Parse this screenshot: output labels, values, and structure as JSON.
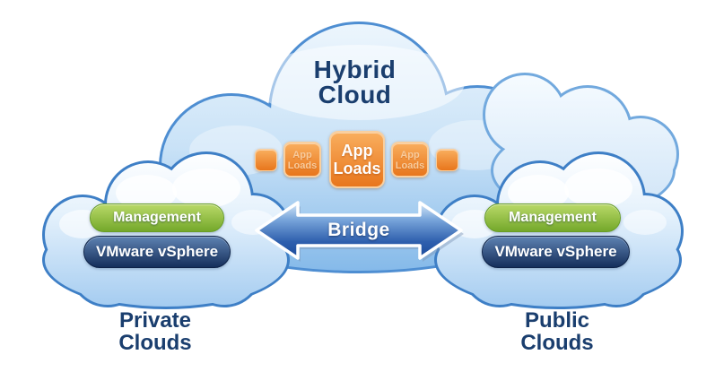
{
  "hybrid_cloud": {
    "title_line1": "Hybrid",
    "title_line2": "Cloud",
    "app_center_line1": "App",
    "app_center_line2": "Loads",
    "app_side_line1": "App",
    "app_side_line2": "Loads"
  },
  "bridge": {
    "label": "Bridge"
  },
  "private_cloud": {
    "management_label": "Management",
    "platform_label": "VMware vSphere",
    "caption_line1": "Private",
    "caption_line2": "Clouds"
  },
  "public_cloud": {
    "management_label": "Management",
    "platform_label": "VMware vSphere",
    "caption_line1": "Public",
    "caption_line2": "Clouds"
  },
  "colors": {
    "navy_text": "#1a3e6e",
    "big_cloud_border": "#4e8ed2",
    "small_cloud_border": "#3e7fc6",
    "green_pill": "#74a82b",
    "navy_pill": "#152f5b",
    "orange_box": "#e8761c",
    "bridge_blue": "#1b4a9b"
  }
}
